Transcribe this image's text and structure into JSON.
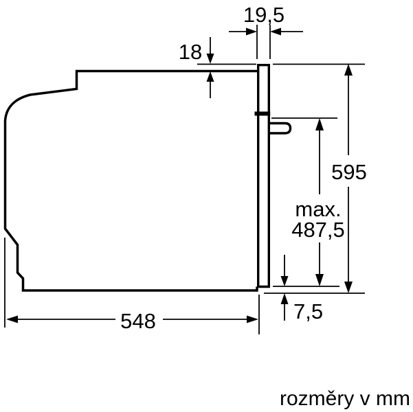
{
  "figure": {
    "units_note": "rozměry v mm",
    "dims": {
      "door_panel_thickness": "19,5",
      "top_clearance": "18",
      "total_height": "595",
      "max_label": "max.",
      "max_value": "487,5",
      "bottom_offset": "7,5",
      "body_depth": "548"
    },
    "colors": {
      "line": "#000000",
      "background": "#ffffff"
    }
  }
}
